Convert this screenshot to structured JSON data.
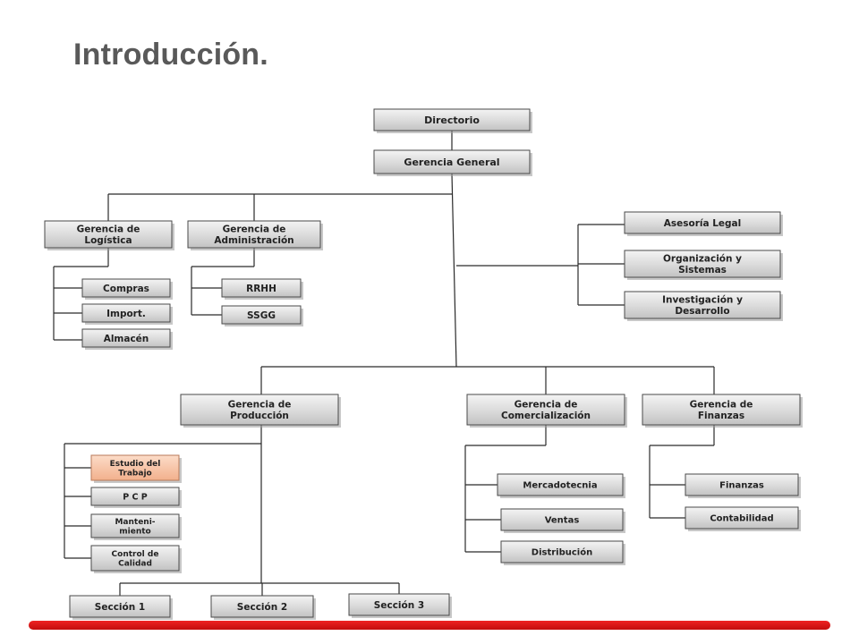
{
  "slide": {
    "title": "Introducción."
  },
  "accent_color": "#e21b1b",
  "highlight_color": "#f7c4a6",
  "nodes": [
    {
      "id": "directorio",
      "lines": [
        "Directorio"
      ]
    },
    {
      "id": "gerencia-general",
      "lines": [
        "Gerencia General"
      ]
    },
    {
      "id": "gerencia-logistica",
      "lines": [
        "Gerencia de",
        "Logística"
      ]
    },
    {
      "id": "gerencia-administracion",
      "lines": [
        "Gerencia de",
        "Administración"
      ]
    },
    {
      "id": "compras",
      "lines": [
        "Compras"
      ]
    },
    {
      "id": "import",
      "lines": [
        "Import."
      ]
    },
    {
      "id": "almacen",
      "lines": [
        "Almacén"
      ]
    },
    {
      "id": "rrhh",
      "lines": [
        "RRHH"
      ]
    },
    {
      "id": "ssgg",
      "lines": [
        "SSGG"
      ]
    },
    {
      "id": "asesoria-legal",
      "lines": [
        "Asesoría Legal"
      ]
    },
    {
      "id": "organizacion-sistemas",
      "lines": [
        "Organización y",
        "Sistemas"
      ]
    },
    {
      "id": "investigacion-desarrollo",
      "lines": [
        "Investigación y",
        "Desarrollo"
      ]
    },
    {
      "id": "gerencia-produccion",
      "lines": [
        "Gerencia de",
        "Producción"
      ]
    },
    {
      "id": "gerencia-comercializacion",
      "lines": [
        "Gerencia de",
        "Comercialización"
      ]
    },
    {
      "id": "gerencia-finanzas",
      "lines": [
        "Gerencia de",
        "Finanzas"
      ]
    },
    {
      "id": "estudio-trabajo",
      "lines": [
        "Estudio del",
        "Trabajo"
      ],
      "highlight": true
    },
    {
      "id": "pcp",
      "lines": [
        "P C P"
      ]
    },
    {
      "id": "mantenimiento",
      "lines": [
        "Manteni-",
        "miento"
      ]
    },
    {
      "id": "control-calidad",
      "lines": [
        "Control de",
        "Calidad"
      ]
    },
    {
      "id": "mercadotecnia",
      "lines": [
        "Mercadotecnia"
      ]
    },
    {
      "id": "ventas",
      "lines": [
        "Ventas"
      ]
    },
    {
      "id": "distribucion",
      "lines": [
        "Distribución"
      ]
    },
    {
      "id": "finanzas",
      "lines": [
        "Finanzas"
      ]
    },
    {
      "id": "contabilidad",
      "lines": [
        "Contabilidad"
      ]
    },
    {
      "id": "seccion-1",
      "lines": [
        "Sección 1"
      ]
    },
    {
      "id": "seccion-2",
      "lines": [
        "Sección 2"
      ]
    },
    {
      "id": "seccion-3",
      "lines": [
        "Sección 3"
      ]
    }
  ]
}
